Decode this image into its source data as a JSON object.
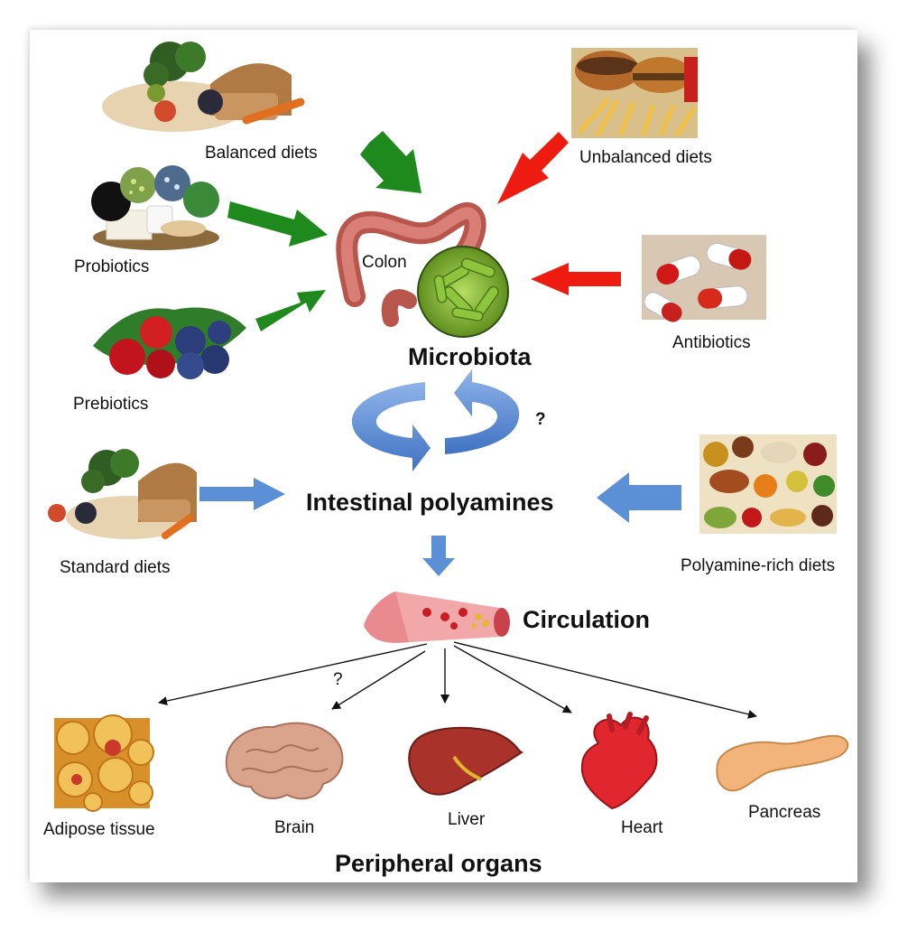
{
  "labels": {
    "balanced_diets": "Balanced diets",
    "unbalanced_diets": "Unbalanced diets",
    "probiotics": "Probiotics",
    "colon": "Colon",
    "prebiotics": "Prebiotics",
    "antibiotics": "Antibiotics",
    "microbiota": "Microbiota",
    "question_mark_cycle": "?",
    "intestinal_polyamines": "Intestinal polyamines",
    "standard_diets": "Standard diets",
    "polyamine_rich_diets": "Polyamine-rich diets",
    "circulation": "Circulation",
    "question_mark_brain": "?",
    "adipose_tissue": "Adipose  tissue",
    "brain": "Brain",
    "liver": "Liver",
    "heart": "Heart",
    "pancreas": "Pancreas",
    "peripheral_organs": "Peripheral organs"
  },
  "colors": {
    "positive_arrow": "#1e8a1e",
    "negative_arrow": "#ee1c10",
    "polyamine_arrow": "#5b8fd6",
    "organ_arrow": "#111111"
  }
}
